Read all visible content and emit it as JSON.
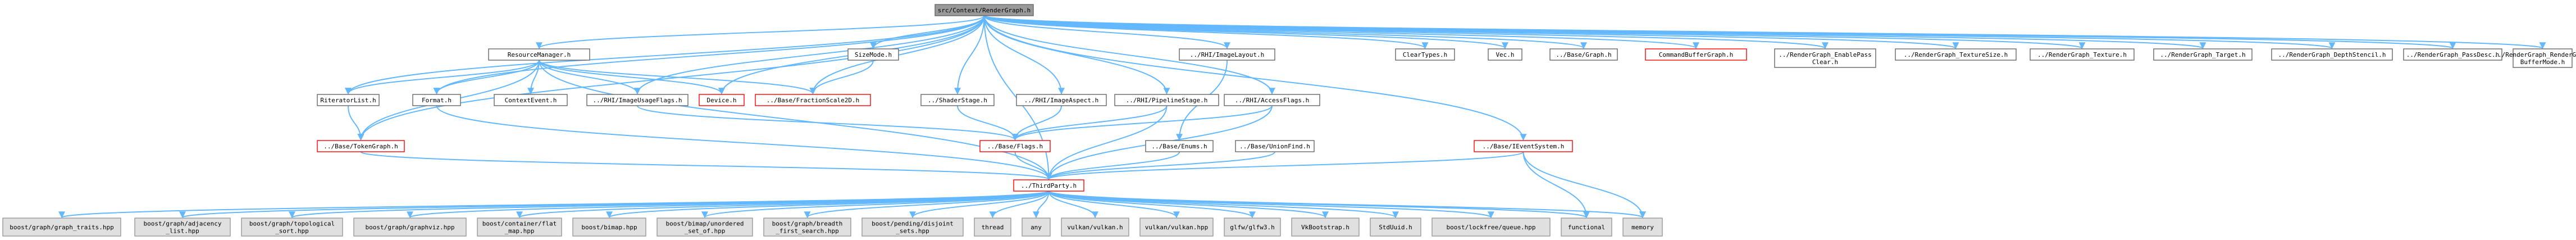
{
  "colors": {
    "edge": "#63b8ff",
    "root_fill": "#999999",
    "normal_fill": "#ffffff",
    "normal_stroke": "#666666",
    "missing_fill": "#e0e0e0",
    "missing_stroke": "#999999",
    "red_stroke": "#ff0000",
    "red_text": "#ff0000"
  },
  "nodes": [
    {
      "id": "root",
      "lines": [
        "src/Context/RenderGraph.h"
      ],
      "style": "root"
    },
    {
      "id": "resmgr",
      "lines": [
        "ResourceManager.h"
      ],
      "style": "normal"
    },
    {
      "id": "sizemode",
      "lines": [
        "SizeMode.h"
      ],
      "style": "normal"
    },
    {
      "id": "rhi_imagelayout",
      "lines": [
        "../RHI/ImageLayout.h"
      ],
      "style": "normal"
    },
    {
      "id": "cleartypes",
      "lines": [
        "ClearTypes.h"
      ],
      "style": "normal"
    },
    {
      "id": "vec",
      "lines": [
        "Vec.h"
      ],
      "style": "normal"
    },
    {
      "id": "base_graph",
      "lines": [
        "../Base/Graph.h"
      ],
      "style": "normal"
    },
    {
      "id": "cmdbuf",
      "lines": [
        "CommandBufferGraph.h"
      ],
      "style": "red"
    },
    {
      "id": "rg_enablepass",
      "lines": [
        "../RenderGraph_EnablePass",
        "Clear.h"
      ],
      "style": "normal"
    },
    {
      "id": "rg_texsize",
      "lines": [
        "../RenderGraph_TextureSize.h"
      ],
      "style": "normal"
    },
    {
      "id": "rg_texture",
      "lines": [
        "../RenderGraph_Texture.h"
      ],
      "style": "normal"
    },
    {
      "id": "rg_target",
      "lines": [
        "../RenderGraph_Target.h"
      ],
      "style": "normal"
    },
    {
      "id": "rg_depthstencil",
      "lines": [
        "../RenderGraph_DepthStencil.h"
      ],
      "style": "normal"
    },
    {
      "id": "rg_passdesc",
      "lines": [
        "../RenderGraph_PassDesc.h"
      ],
      "style": "normal"
    },
    {
      "id": "rg_buffermode",
      "lines": [
        "../RenderGraph_RenderGraph",
        "BufferMode.h"
      ],
      "style": "normal"
    },
    {
      "id": "riterator",
      "lines": [
        "RiteratorList.h"
      ],
      "style": "normal"
    },
    {
      "id": "format",
      "lines": [
        "Format.h"
      ],
      "style": "normal"
    },
    {
      "id": "contextevent",
      "lines": [
        "ContextEvent.h"
      ],
      "style": "normal"
    },
    {
      "id": "rhi_imageusageflags",
      "lines": [
        "../RHI/ImageUsageFlags.h"
      ],
      "style": "normal"
    },
    {
      "id": "device",
      "lines": [
        "Device.h"
      ],
      "style": "red"
    },
    {
      "id": "base_fraction",
      "lines": [
        "../Base/FractionScale2D.h"
      ],
      "style": "red"
    },
    {
      "id": "shaderstage",
      "lines": [
        "../ShaderStage.h"
      ],
      "style": "normal"
    },
    {
      "id": "rhi_imageaspect",
      "lines": [
        "../RHI/ImageAspect.h"
      ],
      "style": "normal"
    },
    {
      "id": "rhi_pipelinestage",
      "lines": [
        "../RHI/PipelineStage.h"
      ],
      "style": "normal"
    },
    {
      "id": "rhi_accessflags",
      "lines": [
        "../RHI/AccessFlags.h"
      ],
      "style": "normal"
    },
    {
      "id": "base_tokengraph",
      "lines": [
        "../Base/TokenGraph.h"
      ],
      "style": "red"
    },
    {
      "id": "base_flags",
      "lines": [
        "../Base/Flags.h"
      ],
      "style": "red"
    },
    {
      "id": "base_enums",
      "lines": [
        "../Base/Enums.h"
      ],
      "style": "normal"
    },
    {
      "id": "base_unionfind",
      "lines": [
        "../Base/UnionFind.h"
      ],
      "style": "normal"
    },
    {
      "id": "base_ieventsystem",
      "lines": [
        "../Base/IEventSystem.h"
      ],
      "style": "red"
    },
    {
      "id": "thirdparty",
      "lines": [
        "../ThirdParty.h"
      ],
      "style": "red"
    },
    {
      "id": "b_graph_traits",
      "lines": [
        "boost/graph/graph_traits.hpp"
      ],
      "style": "missing"
    },
    {
      "id": "b_graph_adjacency",
      "lines": [
        "boost/graph/adjacency",
        "_list.hpp"
      ],
      "style": "missing"
    },
    {
      "id": "b_graph_topological",
      "lines": [
        "boost/graph/topological",
        "_sort.hpp"
      ],
      "style": "missing"
    },
    {
      "id": "b_graph_graphviz",
      "lines": [
        "boost/graph/graphviz.hpp"
      ],
      "style": "missing"
    },
    {
      "id": "b_container_flatmap",
      "lines": [
        "boost/container/flat",
        "_map.hpp"
      ],
      "style": "missing"
    },
    {
      "id": "b_bimap",
      "lines": [
        "boost/bimap.hpp"
      ],
      "style": "missing"
    },
    {
      "id": "b_bimap_unordered",
      "lines": [
        "boost/bimap/unordered",
        "_set_of.hpp"
      ],
      "style": "missing"
    },
    {
      "id": "b_graph_bfs",
      "lines": [
        "boost/graph/breadth",
        "_first_search.hpp"
      ],
      "style": "missing"
    },
    {
      "id": "b_pending_disjoint",
      "lines": [
        "boost/pending/disjoint",
        "_sets.hpp"
      ],
      "style": "missing"
    },
    {
      "id": "thread",
      "lines": [
        "thread"
      ],
      "style": "missing"
    },
    {
      "id": "any",
      "lines": [
        "any"
      ],
      "style": "missing"
    },
    {
      "id": "vulkan_h",
      "lines": [
        "vulkan/vulkan.h"
      ],
      "style": "missing"
    },
    {
      "id": "vulkan_hpp",
      "lines": [
        "vulkan/vulkan.hpp"
      ],
      "style": "missing"
    },
    {
      "id": "glfw",
      "lines": [
        "glfw/glfw3.h"
      ],
      "style": "missing"
    },
    {
      "id": "vkbootstrap",
      "lines": [
        "VkBootstrap.h"
      ],
      "style": "missing"
    },
    {
      "id": "stduuid",
      "lines": [
        "StdUuid.h"
      ],
      "style": "missing"
    },
    {
      "id": "b_lockfree",
      "lines": [
        "boost/lockfree/queue.hpp"
      ],
      "style": "missing"
    },
    {
      "id": "functional",
      "lines": [
        "functional"
      ],
      "style": "missing"
    },
    {
      "id": "memory",
      "lines": [
        "memory"
      ],
      "style": "missing"
    }
  ],
  "edges": [
    [
      "root",
      "resmgr"
    ],
    [
      "root",
      "sizemode"
    ],
    [
      "root",
      "rhi_imagelayout"
    ],
    [
      "root",
      "cleartypes"
    ],
    [
      "root",
      "vec"
    ],
    [
      "root",
      "base_graph"
    ],
    [
      "root",
      "cmdbuf"
    ],
    [
      "root",
      "rg_enablepass"
    ],
    [
      "root",
      "rg_texsize"
    ],
    [
      "root",
      "rg_texture"
    ],
    [
      "root",
      "rg_target"
    ],
    [
      "root",
      "rg_depthstencil"
    ],
    [
      "root",
      "rg_passdesc"
    ],
    [
      "root",
      "rg_buffermode"
    ],
    [
      "root",
      "riterator"
    ],
    [
      "root",
      "format"
    ],
    [
      "root",
      "rhi_imageusageflags"
    ],
    [
      "root",
      "device"
    ],
    [
      "root",
      "base_fraction"
    ],
    [
      "root",
      "shaderstage"
    ],
    [
      "root",
      "rhi_imageaspect"
    ],
    [
      "root",
      "rhi_pipelinestage"
    ],
    [
      "root",
      "rhi_accessflags"
    ],
    [
      "root",
      "base_tokengraph"
    ],
    [
      "root",
      "base_ieventsystem"
    ],
    [
      "root",
      "thirdparty"
    ],
    [
      "resmgr",
      "riterator"
    ],
    [
      "resmgr",
      "format"
    ],
    [
      "resmgr",
      "contextevent"
    ],
    [
      "resmgr",
      "rhi_imageusageflags"
    ],
    [
      "resmgr",
      "device"
    ],
    [
      "resmgr",
      "base_fraction"
    ],
    [
      "resmgr",
      "base_tokengraph"
    ],
    [
      "resmgr",
      "thirdparty"
    ],
    [
      "sizemode",
      "base_fraction"
    ],
    [
      "rhi_imagelayout",
      "base_enums"
    ],
    [
      "riterator",
      "base_tokengraph"
    ],
    [
      "format",
      "thirdparty"
    ],
    [
      "rhi_imageusageflags",
      "base_flags"
    ],
    [
      "shaderstage",
      "base_flags"
    ],
    [
      "rhi_imageaspect",
      "base_flags"
    ],
    [
      "rhi_pipelinestage",
      "base_flags"
    ],
    [
      "rhi_pipelinestage",
      "thirdparty"
    ],
    [
      "rhi_accessflags",
      "base_flags"
    ],
    [
      "rhi_accessflags",
      "thirdparty"
    ],
    [
      "base_tokengraph",
      "thirdparty"
    ],
    [
      "base_flags",
      "thirdparty"
    ],
    [
      "base_enums",
      "thirdparty"
    ],
    [
      "base_unionfind",
      "thirdparty"
    ],
    [
      "base_ieventsystem",
      "thirdparty"
    ],
    [
      "base_ieventsystem",
      "functional"
    ],
    [
      "base_ieventsystem",
      "memory"
    ],
    [
      "thirdparty",
      "b_graph_traits"
    ],
    [
      "thirdparty",
      "b_graph_adjacency"
    ],
    [
      "thirdparty",
      "b_graph_topological"
    ],
    [
      "thirdparty",
      "b_graph_graphviz"
    ],
    [
      "thirdparty",
      "b_container_flatmap"
    ],
    [
      "thirdparty",
      "b_bimap"
    ],
    [
      "thirdparty",
      "b_bimap_unordered"
    ],
    [
      "thirdparty",
      "b_graph_bfs"
    ],
    [
      "thirdparty",
      "b_pending_disjoint"
    ],
    [
      "thirdparty",
      "thread"
    ],
    [
      "thirdparty",
      "any"
    ],
    [
      "thirdparty",
      "vulkan_h"
    ],
    [
      "thirdparty",
      "vulkan_hpp"
    ],
    [
      "thirdparty",
      "glfw"
    ],
    [
      "thirdparty",
      "vkbootstrap"
    ],
    [
      "thirdparty",
      "stduuid"
    ],
    [
      "thirdparty",
      "b_lockfree"
    ],
    [
      "thirdparty",
      "functional"
    ],
    [
      "thirdparty",
      "memory"
    ]
  ]
}
